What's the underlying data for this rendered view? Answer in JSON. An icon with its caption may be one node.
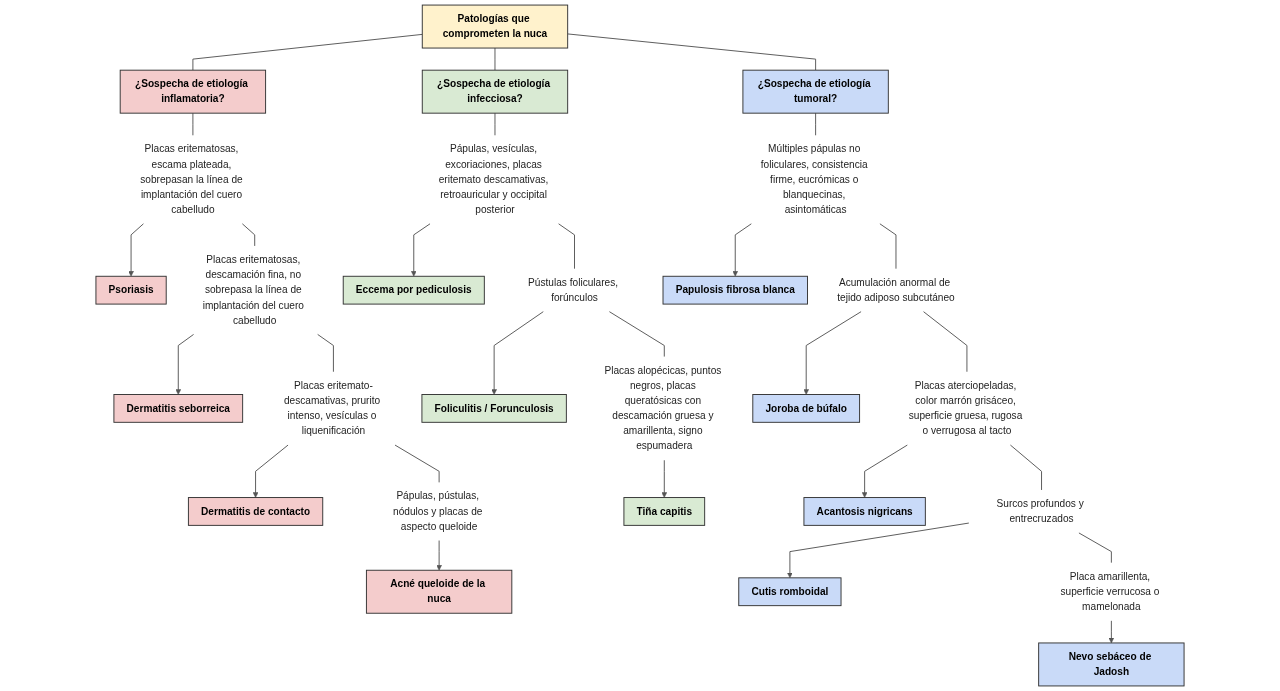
{
  "diagram": {
    "nodes": [
      {
        "text": [
          "Patologías que comprometen la nuca"
        ]
      },
      {
        "text": [
          "¿Sospecha de etiología inflamatoria?"
        ]
      },
      {
        "text": [
          "¿Sospecha de etiología infecciosa?"
        ]
      },
      {
        "text": [
          "¿Sospecha de etiología tumoral?"
        ]
      },
      {
        "text": [
          "Placas eritematosas, escama plateada, sobrepasan la línea de implantación del cuero cabelludo"
        ]
      },
      {
        "text": [
          "Psoriasis"
        ]
      },
      {
        "text": [
          "Placas eritematosas, descamación fina, no sobrepasa la línea de implantación del cuero cabelludo"
        ]
      },
      {
        "text": [
          "Dermatitis seborreica"
        ]
      },
      {
        "text": [
          "Placas eritemato-descamativas, prurito intenso, vesículas o liquenificación"
        ]
      },
      {
        "text": [
          "Dermatitis de contacto"
        ]
      },
      {
        "text": [
          "Pápulas, pústulas, nódulos y placas de aspecto queloide"
        ]
      },
      {
        "text": [
          "Acné queloide de la nuca"
        ]
      },
      {
        "text": [
          "Pápulas, vesículas, excoriaciones, placas eritemato descamativas, retroauricular y occipital posterior"
        ]
      },
      {
        "text": [
          "Eccema por pediculosis"
        ]
      },
      {
        "text": [
          "Pústulas foliculares, forúnculos"
        ]
      },
      {
        "text": [
          "Foliculitis / Forunculosis"
        ]
      },
      {
        "text": [
          "Placas alopécicas, puntos negros, placas queratósicas con descamación gruesa y amarillenta, signo espumadera"
        ]
      },
      {
        "text": [
          "Tiña capitis"
        ]
      },
      {
        "text": [
          "Múltiples pápulas no foliculares, consistencia firme, eucrómicas o blanquecinas, asintomáticas"
        ]
      },
      {
        "text": [
          "Papulosis fibrosa blanca"
        ]
      },
      {
        "text": [
          "Acumulación anormal de tejido adiposo subcutáneo"
        ]
      },
      {
        "text": [
          "Joroba de búfalo"
        ]
      },
      {
        "text": [
          "Placas aterciopeladas, color marrón grisáceo, superficie gruesa, rugosa o verrugosa al tacto"
        ]
      },
      {
        "text": [
          "Acantosis nigricans"
        ]
      },
      {
        "text": [
          "Surcos profundos y entrecruzados"
        ]
      },
      {
        "text": [
          "Cutis romboidal"
        ]
      },
      {
        "text": [
          "Placa amarillenta, superficie verrucosa o mamelonada"
        ]
      },
      {
        "text": [
          "Nevo sebáceo de Jadosh"
        ]
      }
    ],
    "edges": [
      {
        "from": 0,
        "to": 1,
        "arrow": "none"
      },
      {
        "from": 0,
        "to": 2,
        "arrow": "none"
      },
      {
        "from": 0,
        "to": 3,
        "arrow": "none"
      },
      {
        "from": 1,
        "to": 4,
        "arrow": "none"
      },
      {
        "from": 4,
        "to": 5,
        "arrow": "to"
      },
      {
        "from": 4,
        "to": 6,
        "arrow": "none"
      },
      {
        "from": 6,
        "to": 7,
        "arrow": "to"
      },
      {
        "from": 6,
        "to": 8,
        "arrow": "none"
      },
      {
        "from": 8,
        "to": 9,
        "arrow": "to"
      },
      {
        "from": 8,
        "to": 10,
        "arrow": "none"
      },
      {
        "from": 10,
        "to": 11,
        "arrow": "to"
      },
      {
        "from": 2,
        "to": 12,
        "arrow": "none"
      },
      {
        "from": 12,
        "to": 13,
        "arrow": "to"
      },
      {
        "from": 12,
        "to": 14,
        "arrow": "none"
      },
      {
        "from": 14,
        "to": 15,
        "arrow": "to"
      },
      {
        "from": 14,
        "to": 16,
        "arrow": "none"
      },
      {
        "from": 16,
        "to": 17,
        "arrow": "to"
      },
      {
        "from": 3,
        "to": 18,
        "arrow": "none"
      },
      {
        "from": 18,
        "to": 19,
        "arrow": "to"
      },
      {
        "from": 18,
        "to": 20,
        "arrow": "none"
      },
      {
        "from": 20,
        "to": 21,
        "arrow": "to"
      },
      {
        "from": 20,
        "to": 22,
        "arrow": "none"
      },
      {
        "from": 22,
        "to": 23,
        "arrow": "to"
      },
      {
        "from": 22,
        "to": 24,
        "arrow": "none"
      },
      {
        "from": 24,
        "to": 25,
        "arrow": "to"
      },
      {
        "from": 24,
        "to": 26,
        "arrow": "none"
      },
      {
        "from": 26,
        "to": 27,
        "arrow": "to"
      }
    ]
  }
}
